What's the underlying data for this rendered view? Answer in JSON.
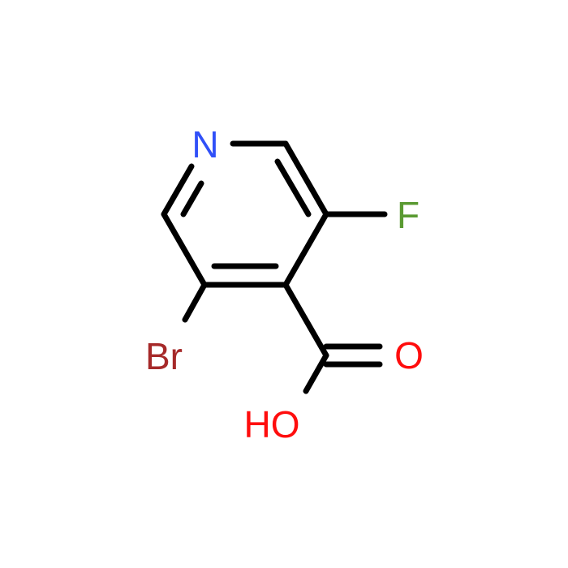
{
  "molecule": {
    "atoms": {
      "nitrogen": {
        "symbol": "N",
        "color": "#3050F8"
      },
      "fluorine": {
        "symbol": "F",
        "color": "#5A9A32"
      },
      "bromine": {
        "symbol": "Br",
        "color": "#A62929"
      },
      "carbonyl_oxygen": {
        "symbol": "O",
        "color": "#FF0D0D"
      },
      "hydroxyl": {
        "symbol": "HO",
        "color": "#FF0D0D"
      }
    },
    "bond_color": "#000000"
  }
}
